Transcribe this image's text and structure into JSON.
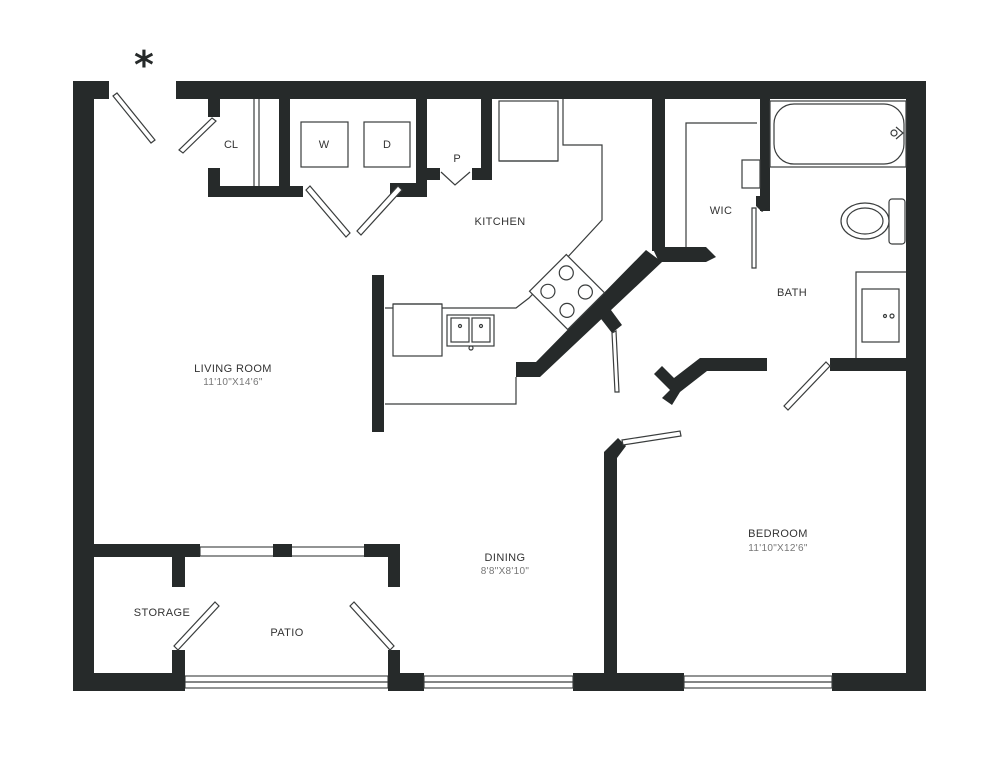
{
  "rooms": {
    "living_room": {
      "name": "LIVING ROOM",
      "dims": "11'10\"X14'6\""
    },
    "dining": {
      "name": "DINING",
      "dims": "8'8\"X8'10\""
    },
    "bedroom": {
      "name": "BEDROOM",
      "dims": "11'10\"X12'6\""
    },
    "kitchen": {
      "name": "KITCHEN"
    },
    "bath": {
      "name": "BATH"
    },
    "wic": {
      "name": "WIC"
    },
    "storage": {
      "name": "STORAGE"
    },
    "patio": {
      "name": "PATIO"
    },
    "closet": {
      "name": "CL"
    },
    "pantry": {
      "name": "P"
    }
  },
  "appliances": {
    "washer": "W",
    "dryer": "D"
  },
  "icons": {
    "entry_marker": "asterisk-icon",
    "entry_symbol": "*"
  },
  "colors": {
    "wall": "#262a2a",
    "line": "#3a3d3d",
    "label": "#333333",
    "dims": "#777777"
  }
}
